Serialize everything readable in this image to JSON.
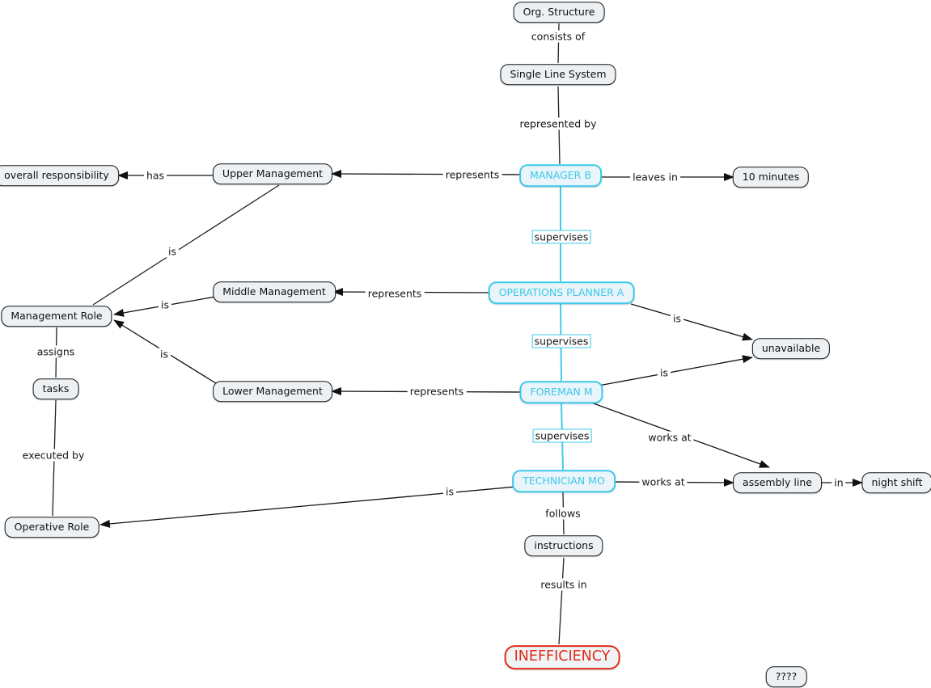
{
  "colors": {
    "accent_cyan": "#3cc8ea",
    "alert_red": "#e02b1c",
    "node_fill": "#edf1f4",
    "cyan_node_fill": "#e9f5fa",
    "node_border": "#141414"
  },
  "nodes": {
    "org_structure": {
      "label": "Org. Structure"
    },
    "single_line_system": {
      "label": "Single Line System"
    },
    "overall_responsibility": {
      "label": "overall responsibility"
    },
    "upper_management": {
      "label": "Upper Management"
    },
    "manager_b": {
      "label": "MANAGER B"
    },
    "ten_minutes": {
      "label": "10 minutes"
    },
    "middle_management": {
      "label": "Middle Management"
    },
    "operations_planner_a": {
      "label": "OPERATIONS PLANNER A"
    },
    "management_role": {
      "label": "Management Role"
    },
    "tasks": {
      "label": "tasks"
    },
    "lower_management": {
      "label": "Lower Management"
    },
    "foreman_m": {
      "label": "FOREMAN M"
    },
    "unavailable": {
      "label": "unavailable"
    },
    "technician_mo": {
      "label": "TECHNICIAN MO"
    },
    "assembly_line": {
      "label": "assembly line"
    },
    "night_shift": {
      "label": "night shift"
    },
    "operative_role": {
      "label": "Operative Role"
    },
    "instructions": {
      "label": "instructions"
    },
    "inefficiency": {
      "label": "INEFFICIENCY"
    },
    "unknown": {
      "label": "????"
    }
  },
  "link_labels": {
    "consists_of": "consists of",
    "represented_by": "represented by",
    "represents": "represents",
    "has": "has",
    "leaves_in": "leaves in",
    "supervises": "supervises",
    "is": "is",
    "assigns": "assigns",
    "executed_by": "executed by",
    "works_at": "works at",
    "in": "in",
    "follows": "follows",
    "results_in": "results in"
  }
}
